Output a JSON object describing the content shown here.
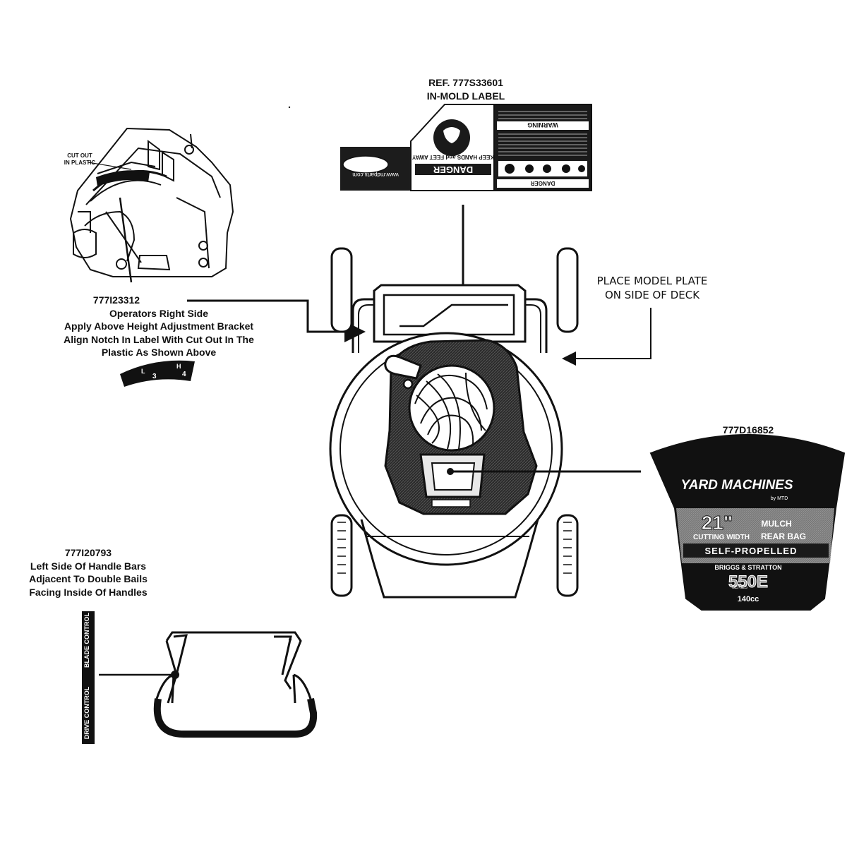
{
  "inmold": {
    "title_line1": "REF. 777S33601",
    "title_line2": "IN-MOLD LABEL",
    "danger": "DANGER",
    "keep_away": "KEEP HANDS and FEET AWAY",
    "warning": "WARNING",
    "danger_small": "DANGER",
    "website": "www.mdparts.com"
  },
  "height_label": {
    "callout_ref": "CUT OUT",
    "callout_ref2": "IN PLASTIC",
    "part": "777I23312",
    "line1": "Operators Right Side",
    "line2": "Apply Above Height Adjustment Bracket",
    "line3": "Align Notch In Label With Cut Out In The",
    "line4": "Plastic As Shown Above",
    "marks": [
      "L",
      "3",
      "H",
      "4"
    ]
  },
  "model_plate": {
    "line1": "PLACE MODEL PLATE",
    "line2": "ON SIDE OF DECK"
  },
  "engine_badge": {
    "part": "777D16852",
    "brand": "YARD MACHINES",
    "brand_sub": "by MTD",
    "size": "21\"",
    "size_sub": "CUTTING WIDTH",
    "feature1": "MULCH",
    "feature2": "REAR BAG",
    "drive": "SELF-PROPELLED",
    "engine_brand": "BRIGGS & STRATTON",
    "engine_model": "550E",
    "engine_series": "SERIES",
    "engine_cc": "140cc"
  },
  "handle_label": {
    "part": "777I20793",
    "line1": "Left Side Of Handle Bars",
    "line2": "Adjacent To Double Bails",
    "line3": "Facing Inside Of Handles",
    "blade_control": "BLADE CONTROL",
    "drive_control": "DRIVE CONTROL"
  },
  "colors": {
    "ink": "#111111",
    "label_dark": "#1a1a1a",
    "label_mid": "#555555"
  }
}
